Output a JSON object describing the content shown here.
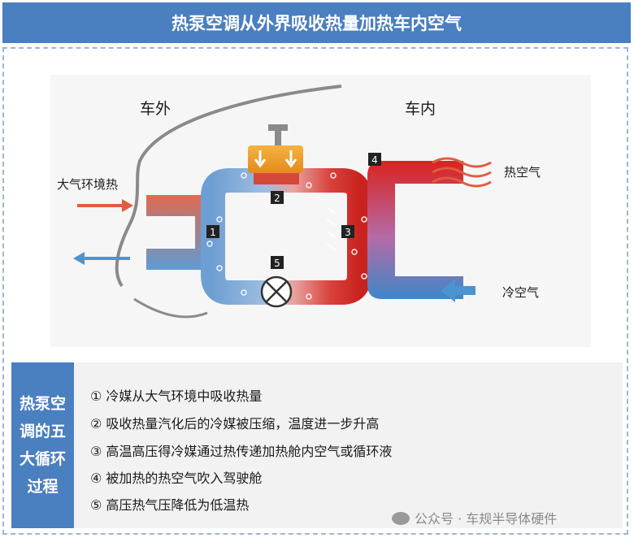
{
  "title": "热泵空调从外界吸收热量加热车内空气",
  "labels": {
    "outside": "车外",
    "inside": "车内",
    "ambient_heat": "大气环境热",
    "hot_air": "热空气",
    "cold_air": "冷空气"
  },
  "markers": [
    "1",
    "2",
    "3",
    "4",
    "5"
  ],
  "side_label": [
    "热泵空",
    "调的五",
    "大循环",
    "过程"
  ],
  "steps": [
    "① 冷媒从大气环境中吸收热量",
    "② 吸收热量汽化后的冷媒被压缩，温度进一步升高",
    "③ 高温高压得冷媒通过热传递加热舱内空气或循环液",
    "④ 被加热的热空气吹入驾驶舱",
    "⑤ 高压热气压降低为低温热"
  ],
  "watermark": "公众号 · 车规半导体硬件",
  "colors": {
    "title_bg": "#4a7fc0",
    "hot": "#d9231f",
    "cold": "#3f86c8",
    "arrow_hot": "#e15b3f",
    "arrow_cold": "#4a94d1"
  },
  "icons": {
    "wechat": "wechat-icon",
    "expansion_valve": "expansion-valve-icon",
    "compressor": "compressor-icon"
  }
}
